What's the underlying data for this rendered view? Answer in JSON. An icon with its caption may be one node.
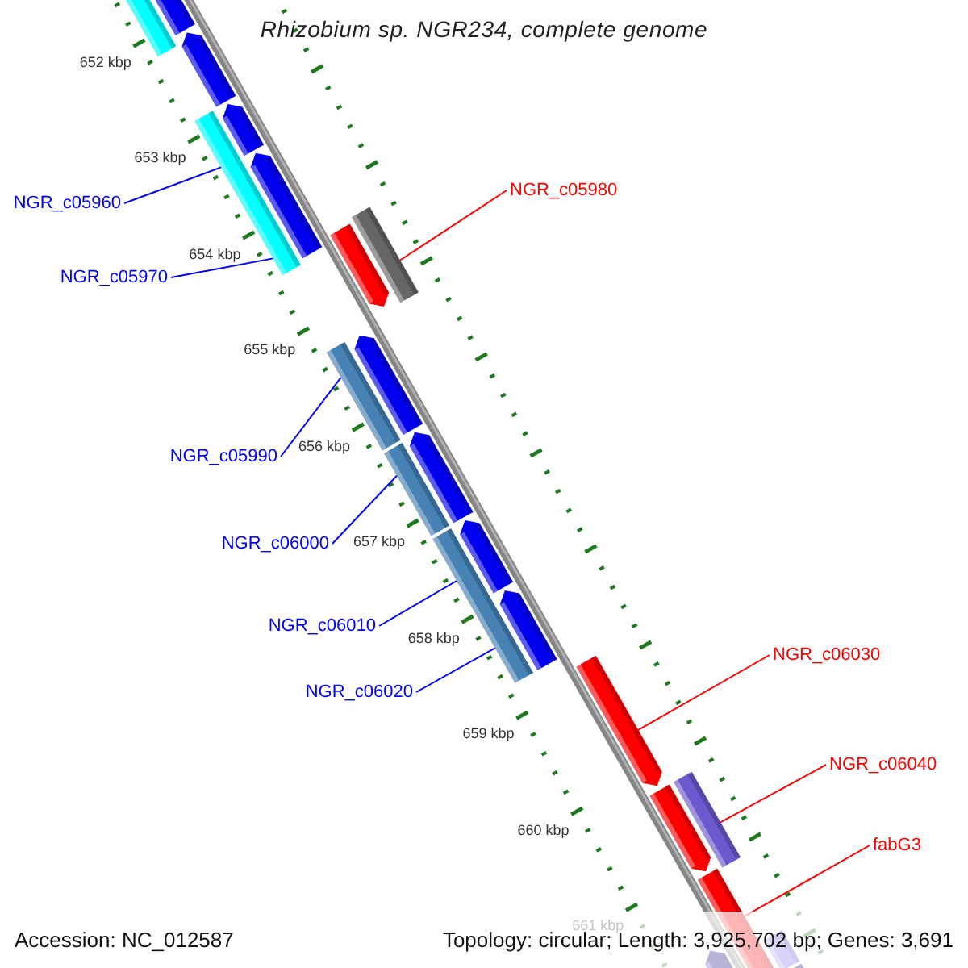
{
  "diagram": {
    "title": "Rhizobium sp. NGR234, complete genome",
    "nodes": [
      {
        "text": [
          "NGR_c05960"
        ]
      },
      {
        "text": [
          "NGR_c05970"
        ]
      },
      {
        "text": [
          "NGR_c05980"
        ]
      },
      {
        "text": [
          "NGR_c05990"
        ]
      },
      {
        "text": [
          "NGR_c06000"
        ]
      },
      {
        "text": [
          "NGR_c06010"
        ]
      },
      {
        "text": [
          "NGR_c06020"
        ]
      },
      {
        "text": [
          "NGR_c06030"
        ]
      },
      {
        "text": [
          "NGR_c06040"
        ]
      },
      {
        "text": [
          "fabG3"
        ]
      },
      {
        "text": [],
        "shape": "bar"
      },
      {
        "text": [],
        "shape": "bar"
      },
      {
        "text": [],
        "shape": "bar"
      },
      {
        "text": [],
        "shape": "bar"
      },
      {
        "text": [],
        "shape": "bar"
      },
      {
        "text": [],
        "shape": "arrow"
      },
      {
        "text": [],
        "shape": "bar"
      },
      {
        "text": [],
        "shape": "arrow"
      }
    ],
    "edges": [
      {
        "from": 0,
        "to": 10,
        "arrow": "none"
      },
      {
        "from": 1,
        "to": 10,
        "arrow": "none"
      },
      {
        "from": 2,
        "to": 11,
        "arrow": "none",
        "color": "#ff0000"
      },
      {
        "from": 3,
        "to": 12,
        "arrow": "none"
      },
      {
        "from": 4,
        "to": 13,
        "arrow": "none"
      },
      {
        "from": 5,
        "to": 14,
        "arrow": "none"
      },
      {
        "from": 6,
        "to": 14,
        "arrow": "none"
      },
      {
        "from": 7,
        "to": 15,
        "arrow": "none",
        "color": "#ff0000"
      },
      {
        "from": 8,
        "to": 16,
        "arrow": "none",
        "color": "#ff0000"
      },
      {
        "from": 9,
        "to": 17,
        "arrow": "none",
        "color": "#ff0000"
      }
    ],
    "labels": [
      "652 kbp",
      "653 kbp",
      "654 kbp",
      "655 kbp",
      "656 kbp",
      "657 kbp",
      "658 kbp",
      "659 kbp",
      "660 kbp",
      "661 kbp",
      "Accession: NC_012587",
      "Topology: circular; Length: 3,925,702 bp; Genes: 3,691"
    ]
  }
}
